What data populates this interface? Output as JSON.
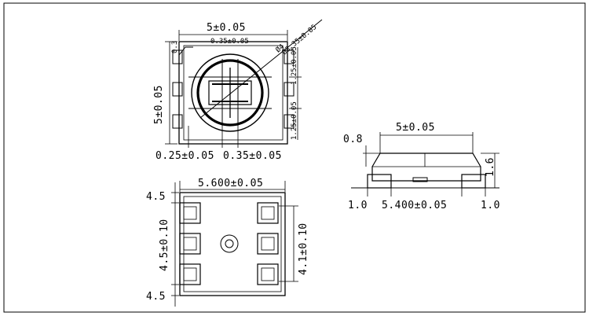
{
  "top_view": {
    "width_label": "5±0.05",
    "height_label": "5±0.05",
    "corner_label": "0.3",
    "inner_width_label": "0.35±0.05",
    "outer_diameter_label": "Ø4",
    "inner_diameter_label": "Ø3.35±0.05",
    "right_upper_label": "1.25±0.05",
    "right_lower_label": "1.25±0.05",
    "bottom_left_label": "0.25±0.05",
    "bottom_right_label": "0.35±0.05"
  },
  "side_view": {
    "width_label": "5±0.05",
    "top_height_label": "0.8",
    "height_label": "1.6",
    "left_label": "1.0",
    "base_width_label": "5.400±0.05",
    "right_label": "1.0"
  },
  "bottom_view": {
    "width_label": "5.600±0.05",
    "top_label": "4.5",
    "pitch_label": "4.5±0.10",
    "bottom_label": "4.5",
    "right_label": "4.1±0.10"
  }
}
